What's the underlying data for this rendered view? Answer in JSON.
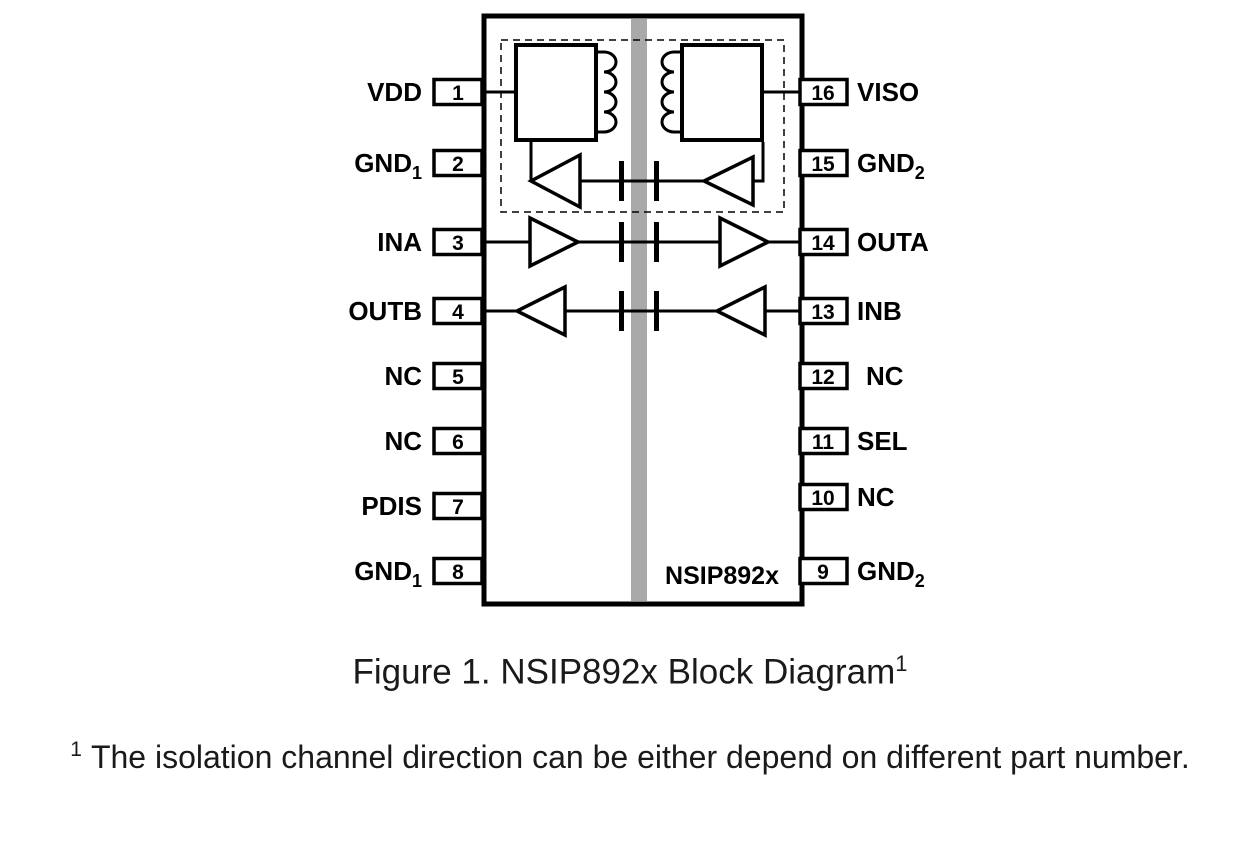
{
  "chip": {
    "name": "NSIP892x",
    "pins_left": [
      {
        "num": "1",
        "label": "VDD"
      },
      {
        "num": "2",
        "label": "GND",
        "sub": "1"
      },
      {
        "num": "3",
        "label": "INA"
      },
      {
        "num": "4",
        "label": "OUTB"
      },
      {
        "num": "5",
        "label": "NC"
      },
      {
        "num": "6",
        "label": "NC"
      },
      {
        "num": "7",
        "label": "PDIS"
      },
      {
        "num": "8",
        "label": "GND",
        "sub": "1"
      }
    ],
    "pins_right": [
      {
        "num": "16",
        "label": "VISO"
      },
      {
        "num": "15",
        "label": "GND",
        "sub": "2"
      },
      {
        "num": "14",
        "label": "OUTA"
      },
      {
        "num": "13",
        "label": "INB"
      },
      {
        "num": "12",
        "label": "NC"
      },
      {
        "num": "11",
        "label": "SEL"
      },
      {
        "num": "10",
        "label": "NC"
      },
      {
        "num": "9",
        "label": "GND",
        "sub": "2"
      }
    ]
  },
  "caption": {
    "text": "Figure 1. NSIP892x Block Diagram",
    "sup": "1"
  },
  "footnote": {
    "sup": "1",
    "text": "The isolation channel direction can be either depend on different part number."
  },
  "colors": {
    "barrier_gray": "#a9a9a9",
    "line_black": "#000000"
  }
}
